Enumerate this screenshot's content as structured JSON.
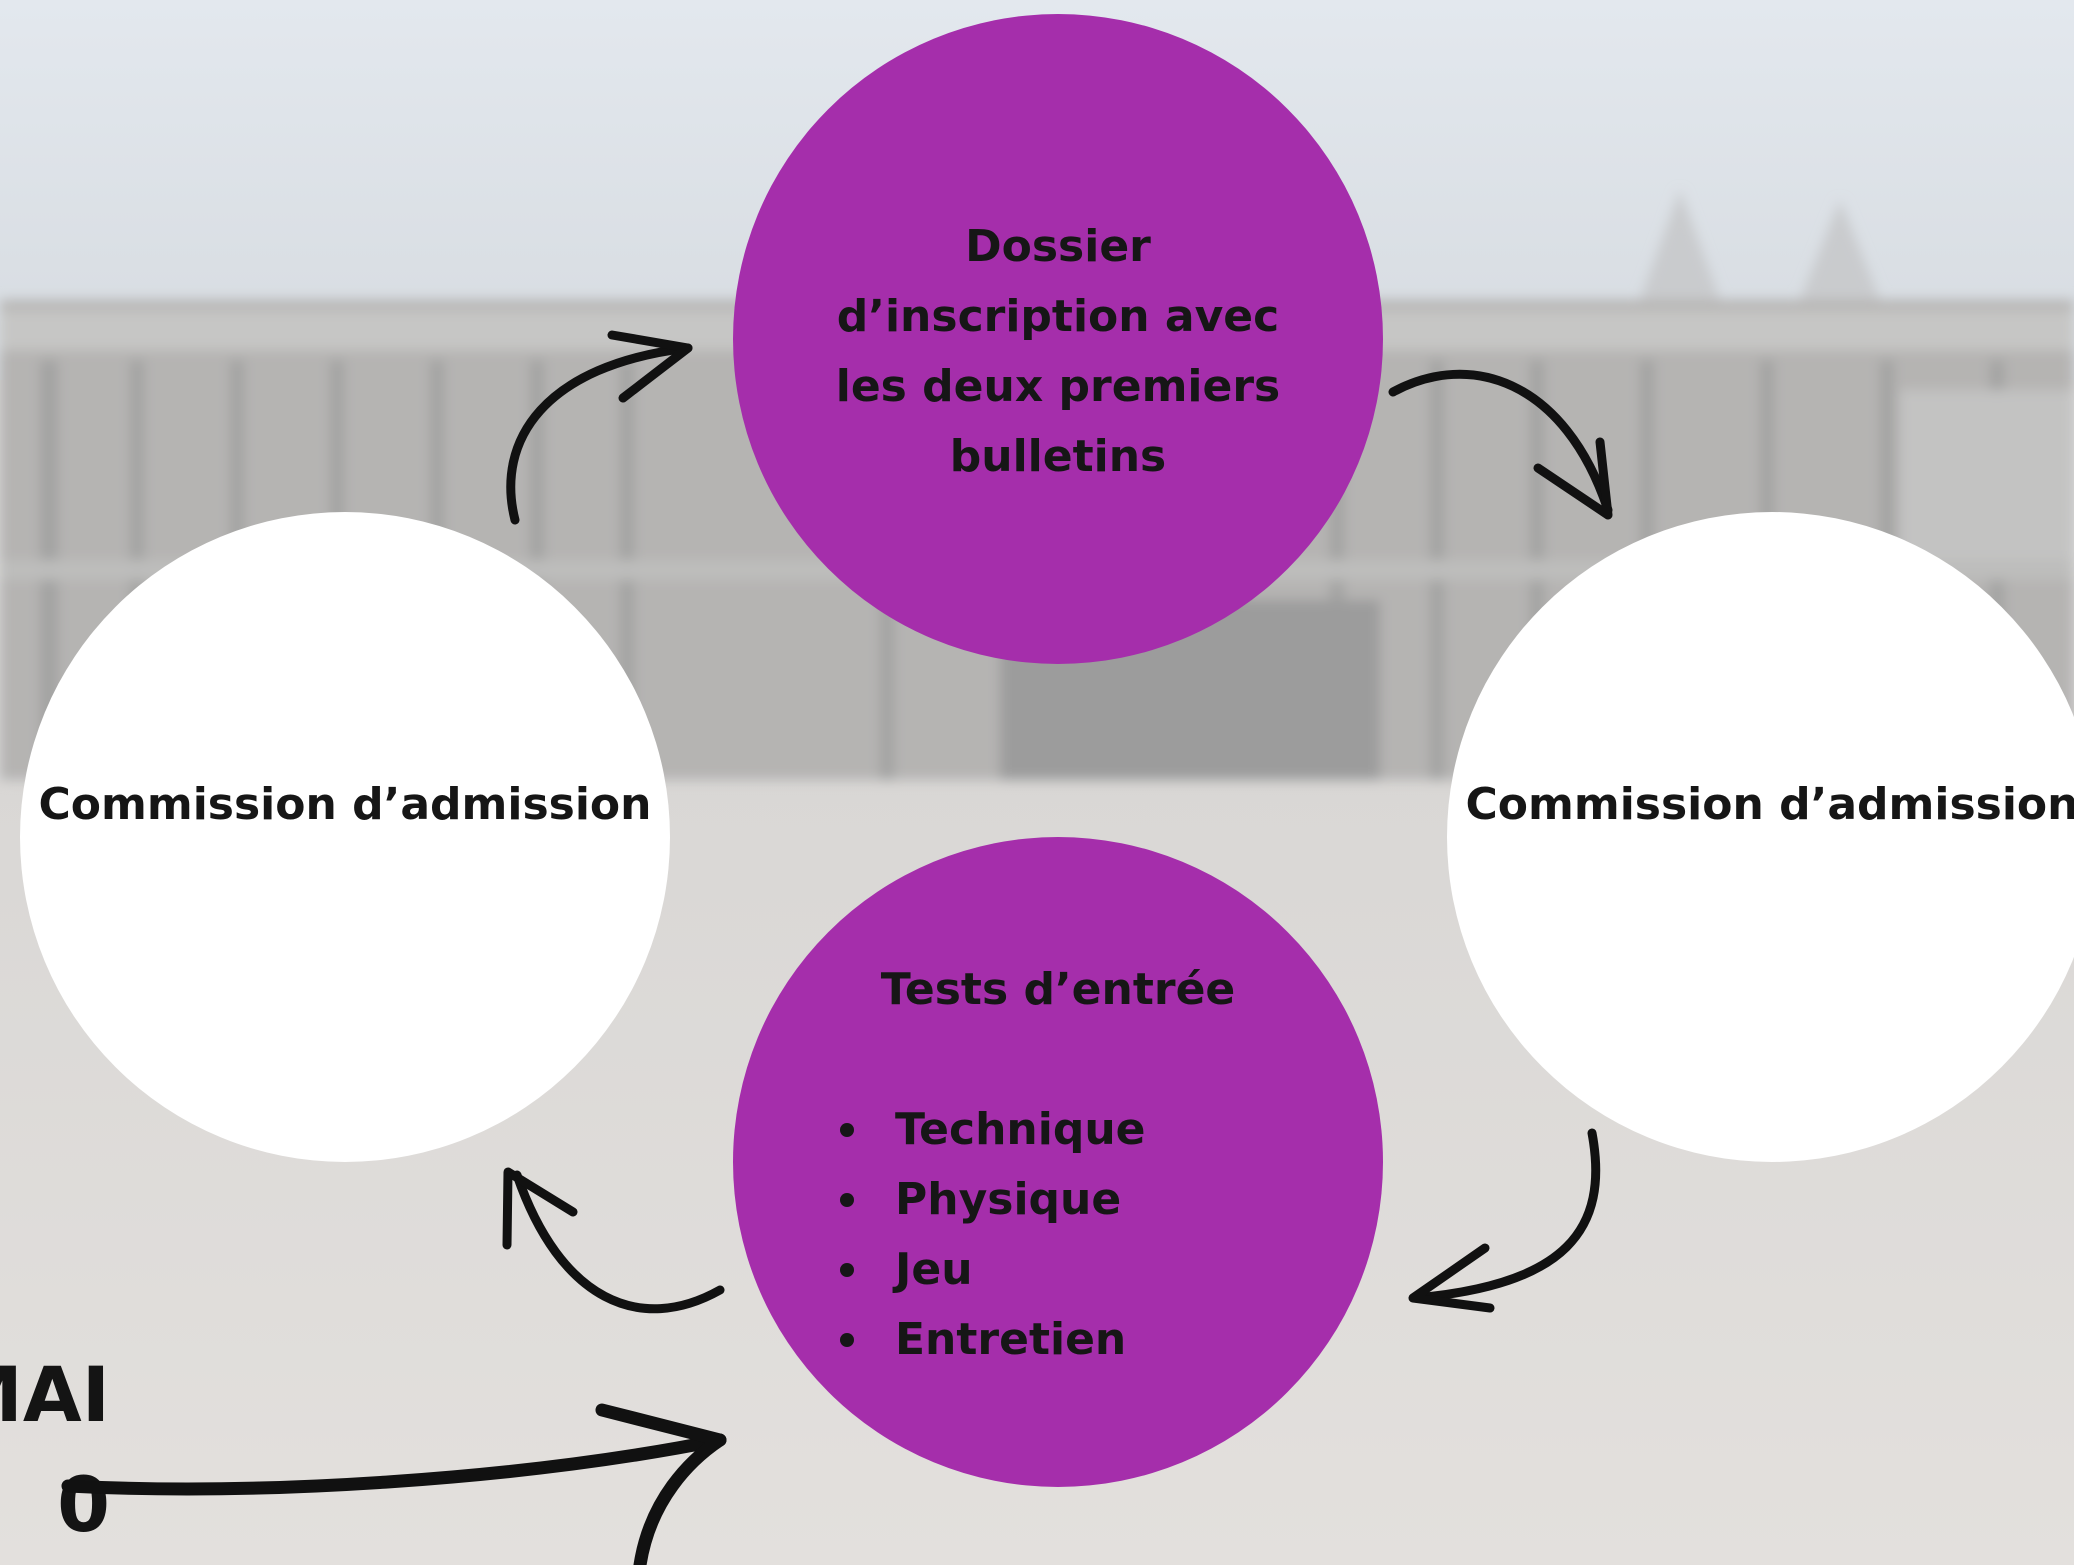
{
  "diagram": {
    "top_step": "Dossier d’inscription avec les deux premiers bulletins",
    "right_step": "Commission d’admission",
    "bottom_step": {
      "title": "Tests d’entrée",
      "items": [
        "Technique",
        "Physique",
        "Jeu",
        "Entretien"
      ]
    },
    "left_step": "Commission d’admission"
  },
  "side_text": {
    "line1": "MAI",
    "line2": "0"
  },
  "colors": {
    "purple": "#a52eab",
    "white": "#ffffff",
    "text": "#161616"
  }
}
